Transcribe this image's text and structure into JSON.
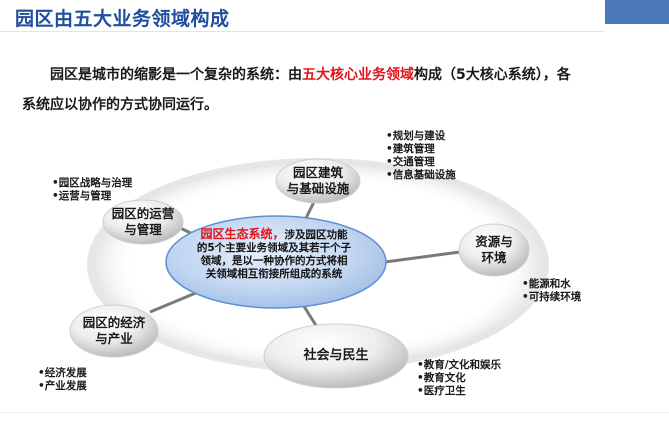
{
  "title": "园区由五大业务领域构成",
  "intro": {
    "before": "园区是城市的缩影是一个复杂的系统：由",
    "highlight": "五大核心业务领域",
    "after": "构成（5大核心系统），各系统应以协作的方式协同运行。"
  },
  "center": {
    "highlight": "园区生态系统，",
    "text": "涉及园区功能的5个主要业务领域及其若干个子领域，是以一种协作的方式将相关领域相互衔接所组成的系统"
  },
  "nodes": {
    "building": {
      "line1": "园区建筑",
      "line2": "与基础设施"
    },
    "operations": {
      "line1": "园区的运营",
      "line2": "与管理"
    },
    "resources": {
      "line1": "资源与",
      "line2": "环境"
    },
    "economy": {
      "line1": "园区的经济",
      "line2": "与产业"
    },
    "society": {
      "label": "社会与民生"
    }
  },
  "lists": {
    "building": [
      "规划与建设",
      "建筑管理",
      "交通管理",
      "信息基础设施"
    ],
    "operations": [
      "园区战略与治理",
      "运营与管理"
    ],
    "resources": [
      "能源和水",
      "可持续环境"
    ],
    "economy": [
      "经济发展",
      "产业发展"
    ],
    "society": [
      "教育/文化和娱乐",
      "教育文化",
      "医疗卫生"
    ]
  },
  "colors": {
    "title": "#1f4e9c",
    "highlight": "#e0141b",
    "corner_box": "#4a78b8",
    "center_fill": "#bcd3f0"
  }
}
